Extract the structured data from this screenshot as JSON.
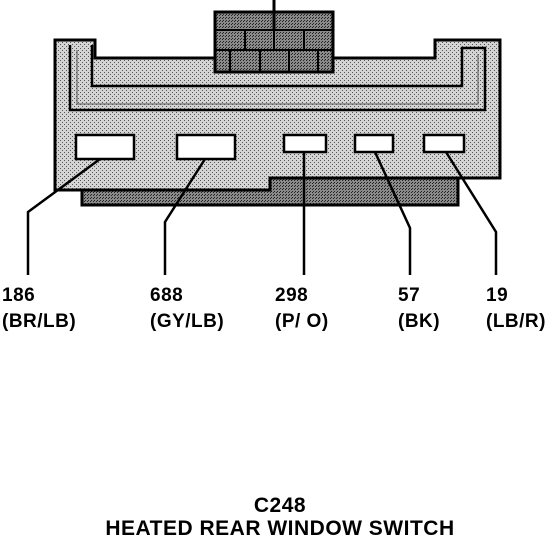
{
  "connector_id": "C248",
  "component_name": "HEATED REAR WINDOW SWITCH",
  "pins": [
    {
      "circuit": "186",
      "color_code": "(BR/LB)"
    },
    {
      "circuit": "688",
      "color_code": "(GY/LB)"
    },
    {
      "circuit": "298",
      "color_code": "(P/ O)"
    },
    {
      "circuit": "57",
      "color_code": "(BK)"
    },
    {
      "circuit": "19",
      "color_code": "(LB/R)"
    }
  ]
}
